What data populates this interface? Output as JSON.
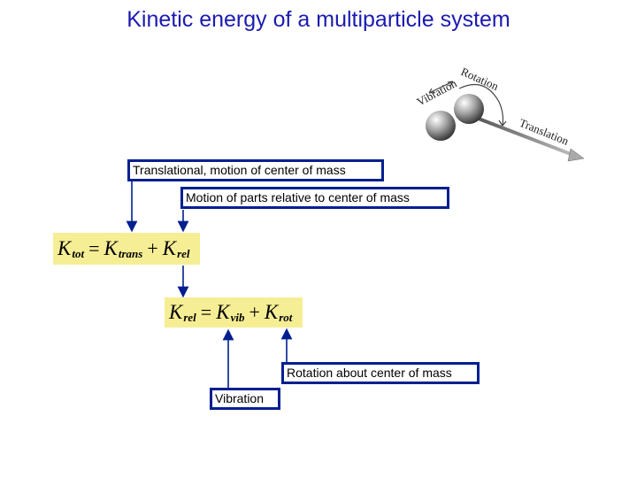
{
  "title": "Kinetic energy of a multiparticle system",
  "figure": {
    "rotation_label": "Rotation",
    "vibration_label": "Vibration",
    "translation_label": "Translation"
  },
  "labels": {
    "translational": "Translational, motion of center of mass",
    "relative": "Motion of parts relative to center of mass",
    "rotation": "Rotation about center of mass",
    "vibration": "Vibration"
  },
  "equation1": {
    "lhs": {
      "symbol": "K",
      "sub": "tot"
    },
    "equals": "=",
    "term1": {
      "symbol": "K",
      "sub": "trans"
    },
    "plus": "+",
    "term2": {
      "symbol": "K",
      "sub": "rel"
    }
  },
  "equation2": {
    "lhs": {
      "symbol": "K",
      "sub": "rel"
    },
    "equals": "=",
    "term1": {
      "symbol": "K",
      "sub": "vib"
    },
    "plus": "+",
    "term2": {
      "symbol": "K",
      "sub": "rot"
    }
  },
  "colors": {
    "title": "#1b1bb0",
    "box_border": "#001f8f",
    "arrow": "#001f8f",
    "equation_bg": "#f6ee95"
  }
}
